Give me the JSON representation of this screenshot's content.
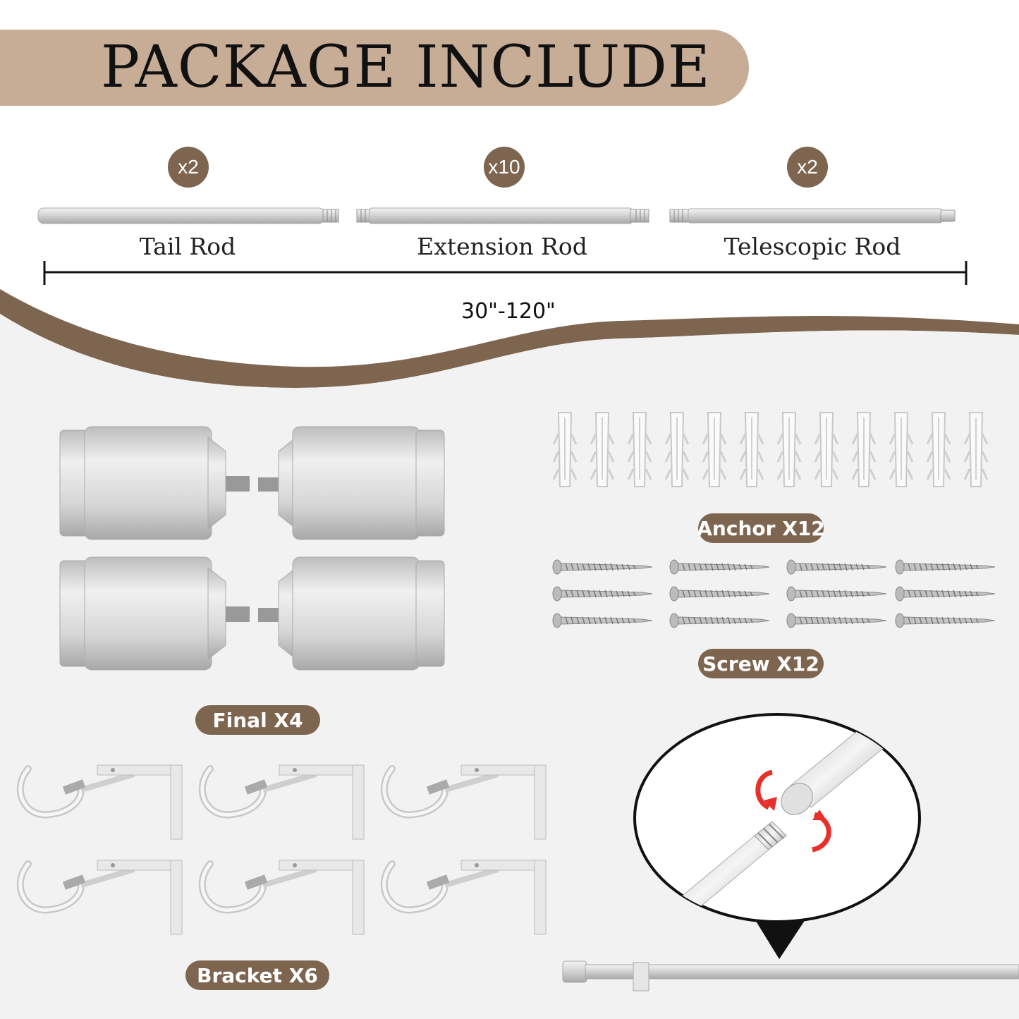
{
  "header": {
    "title": "PACKAGE INCLUDE"
  },
  "rods": [
    {
      "qty": "x2",
      "label": "Tail Rod"
    },
    {
      "qty": "x10",
      "label": "Extension Rod"
    },
    {
      "qty": "x2",
      "label": "Telescopic Rod"
    }
  ],
  "range_label": "30\"-120\"",
  "parts": {
    "anchor": "Anchor X12",
    "screw": "Screw X12",
    "final": "Final X4",
    "bracket": "Bracket X6"
  },
  "colors": {
    "accent": "#7e6550",
    "banner": "#c8ad96",
    "arrow": "#e8302a"
  }
}
